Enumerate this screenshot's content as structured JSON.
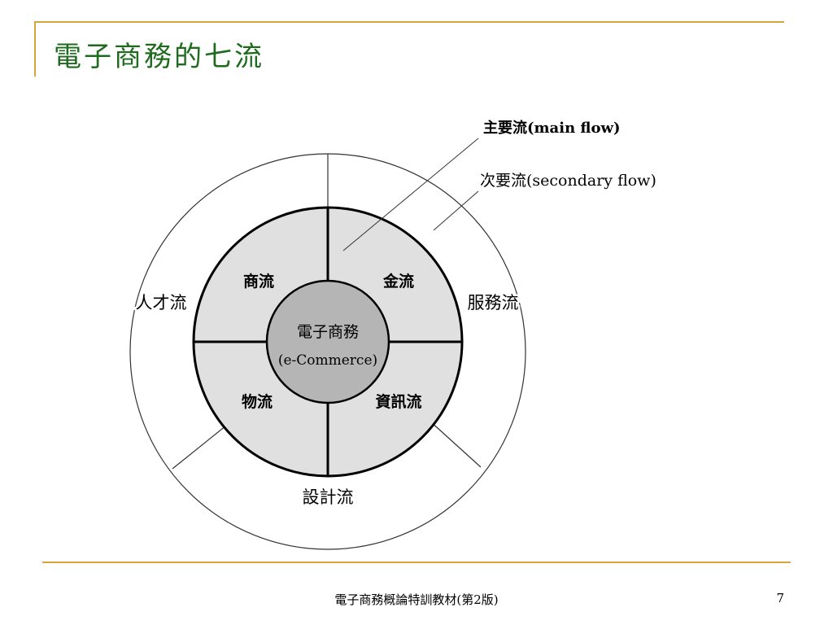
{
  "slide": {
    "title": "電子商務的七流",
    "footer": "電子商務概論特訓教材(第2版)",
    "page_number": "7"
  },
  "diagram": {
    "center": {
      "label": "電子商務",
      "sublabel": "(e-Commerce)"
    },
    "main_flows": [
      "商流",
      "金流",
      "物流",
      "資訊流"
    ],
    "secondary_flows": [
      "人才流",
      "服務流",
      "設計流"
    ],
    "legend": {
      "main": "主要流(main flow)",
      "secondary": "次要流(secondary flow)"
    },
    "colors": {
      "main_ring_fill": "#e0e0e0",
      "center_fill": "#b5b5b5",
      "outer_fill": "#ffffff",
      "title": "#1e6b1e",
      "accent_rule": "#d9a43a"
    }
  }
}
